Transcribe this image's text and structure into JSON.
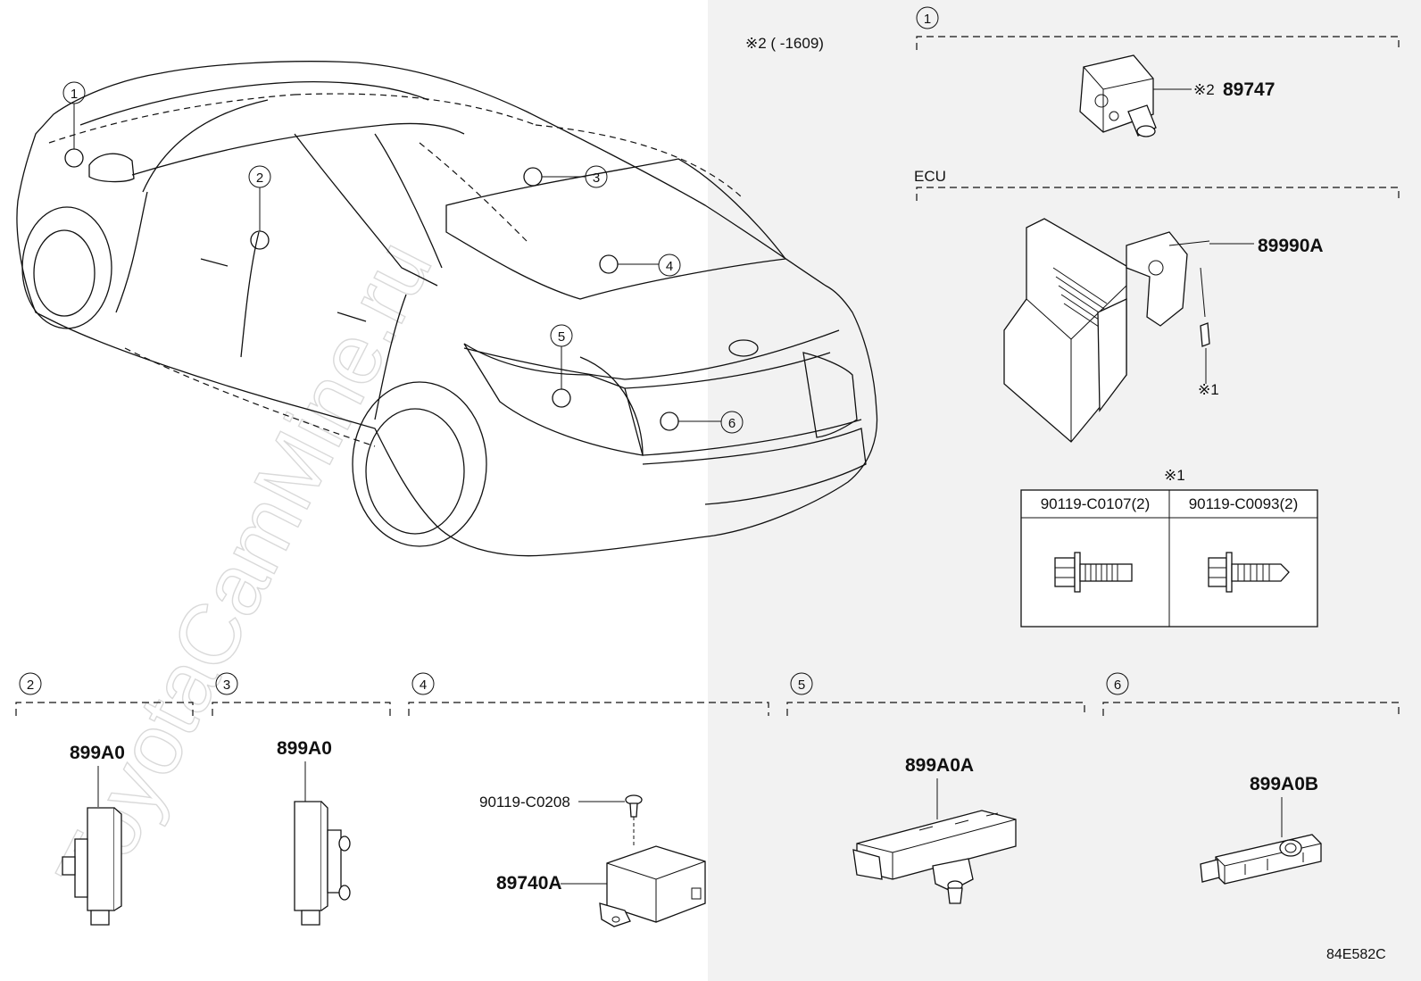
{
  "watermark": "ToyotaCamMine.ru",
  "diagram_code": "84E582C",
  "legend_note2": "※2 (      -1609)",
  "callouts": [
    "1",
    "2",
    "3",
    "4",
    "5",
    "6"
  ],
  "sections": {
    "s1": {
      "num": "1",
      "part": "89747",
      "prefix": "※2"
    },
    "ecu": {
      "title": "ECU",
      "part": "89990A",
      "note": "※1"
    },
    "fastener_table": {
      "title": "※1",
      "headers": [
        "90119-C0107(2)",
        "90119-C0093(2)"
      ]
    },
    "s2": {
      "num": "2",
      "part": "899A0"
    },
    "s3": {
      "num": "3",
      "part": "899A0"
    },
    "s4": {
      "num": "4",
      "bolt": "90119-C0208",
      "part": "89740A"
    },
    "s5": {
      "num": "5",
      "part": "899A0A"
    },
    "s6": {
      "num": "6",
      "part": "899A0B"
    }
  },
  "colors": {
    "right_panel_bg": "#f2f2f2",
    "line": "#111111"
  }
}
